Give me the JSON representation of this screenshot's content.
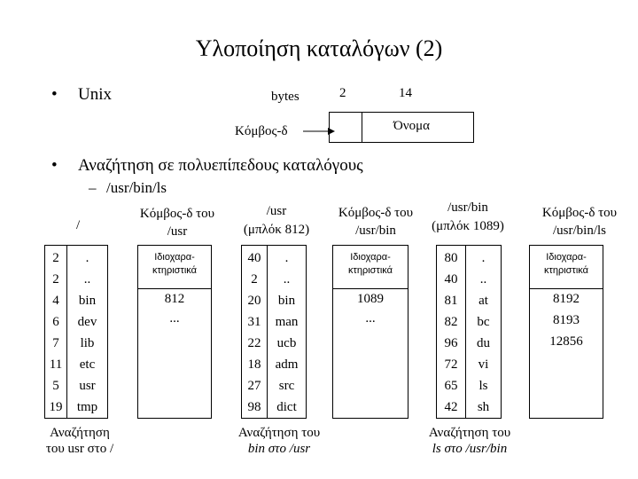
{
  "title": "Υλοποίηση καταλόγων (2)",
  "bullet_unix": "Unix",
  "bullet_search": "Αναζήτηση σε πολυεπίπεδους καταλόγους",
  "sub_path": "/usr/bin/ls",
  "bullet_marker": "•",
  "dash_marker": "–",
  "entry_format": {
    "bytes_label": "bytes",
    "two": "2",
    "fourteen": "14",
    "inode_label": "Κόμβος-δ",
    "name_label": "Όνομα"
  },
  "root_dir": {
    "label": "/",
    "rows": [
      {
        "inode": "2",
        "name": "."
      },
      {
        "inode": "2",
        "name": ".."
      },
      {
        "inode": "4",
        "name": "bin"
      },
      {
        "inode": "6",
        "name": "dev"
      },
      {
        "inode": "7",
        "name": "lib"
      },
      {
        "inode": "11",
        "name": "etc"
      },
      {
        "inode": "5",
        "name": "usr"
      },
      {
        "inode": "19",
        "name": "tmp"
      }
    ],
    "caption_line1": "Αναζήτηση",
    "caption_line2": "του usr στο /"
  },
  "usr_inode": {
    "label_line1": "Κόμβος-δ του",
    "label_line2": "/usr",
    "attrs": "Ιδιοχαρα-\nκτηριστικά",
    "block": "812",
    "more": "..."
  },
  "usr_dir": {
    "label_line1": "/usr",
    "label_line2": "(μπλόκ 812)",
    "rows": [
      {
        "inode": "40",
        "name": "."
      },
      {
        "inode": "2",
        "name": ".."
      },
      {
        "inode": "20",
        "name": "bin"
      },
      {
        "inode": "31",
        "name": "man"
      },
      {
        "inode": "22",
        "name": "ucb"
      },
      {
        "inode": "18",
        "name": "adm"
      },
      {
        "inode": "27",
        "name": "src"
      },
      {
        "inode": "98",
        "name": "dict"
      }
    ],
    "caption_line1": "Αναζήτηση του",
    "caption_line2": "bin στο /usr"
  },
  "bin_inode": {
    "label_line1": "Κόμβος-δ του",
    "label_line2": "/usr/bin",
    "attrs": "Ιδιοχαρα-\nκτηριστικά",
    "block": "1089",
    "more": "..."
  },
  "bin_dir": {
    "label_line1": "/usr/bin",
    "label_line2": "(μπλόκ 1089)",
    "rows": [
      {
        "inode": "80",
        "name": "."
      },
      {
        "inode": "40",
        "name": ".."
      },
      {
        "inode": "81",
        "name": "at"
      },
      {
        "inode": "82",
        "name": "bc"
      },
      {
        "inode": "96",
        "name": "du"
      },
      {
        "inode": "72",
        "name": "vi"
      },
      {
        "inode": "65",
        "name": "ls"
      },
      {
        "inode": "42",
        "name": "sh"
      }
    ],
    "caption_line1": "Αναζήτηση του",
    "caption_line2": "ls στο /usr/bin"
  },
  "ls_inode": {
    "label_line1": "Κόμβος-δ του",
    "label_line2": "/usr/bin/ls",
    "attrs": "Ιδιοχαρα-\nκτηριστικά",
    "blocks": [
      "8192",
      "8193",
      "12856"
    ]
  }
}
